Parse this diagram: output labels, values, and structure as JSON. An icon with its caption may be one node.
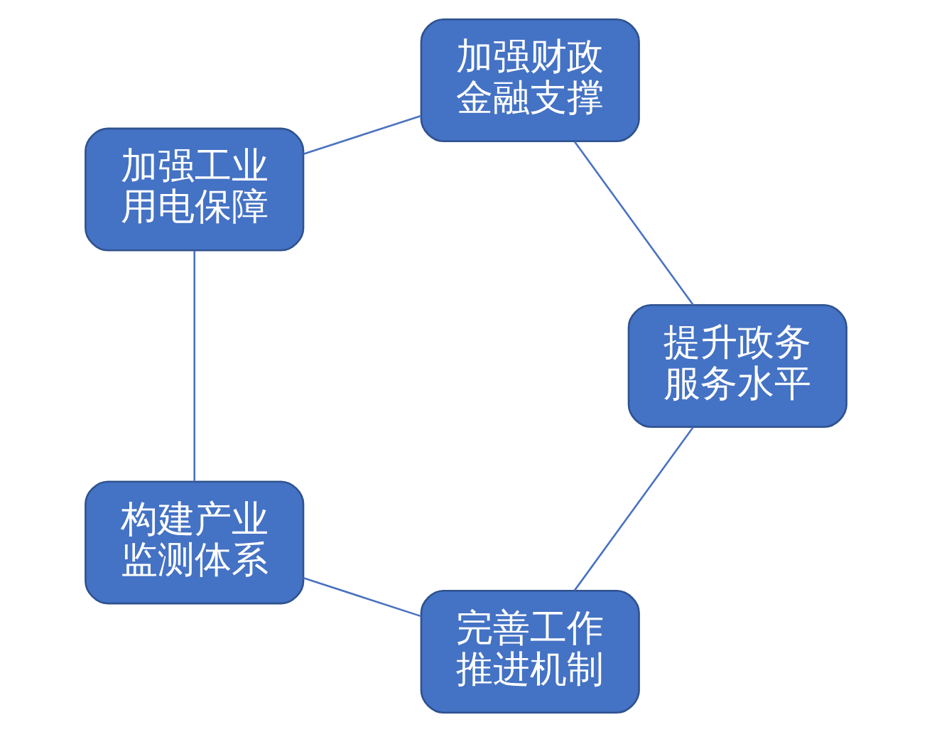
{
  "diagram": {
    "nodes": [
      {
        "text": [
          "完善工作推进机制"
        ]
      },
      {
        "text": [
          "提升政务服务水平"
        ]
      },
      {
        "text": [
          "构建产业监测体系"
        ]
      },
      {
        "text": [
          "加强财政金融支撑"
        ]
      },
      {
        "text": [
          "加强工业用电保障"
        ]
      }
    ],
    "edges": [
      {
        "from": 0,
        "to": 2,
        "arrow": "none"
      },
      {
        "from": 2,
        "to": 4,
        "arrow": "none"
      },
      {
        "from": 4,
        "to": 3,
        "arrow": "none"
      },
      {
        "from": 3,
        "to": 1,
        "arrow": "none"
      },
      {
        "from": 1,
        "to": 0,
        "arrow": "none"
      }
    ]
  }
}
